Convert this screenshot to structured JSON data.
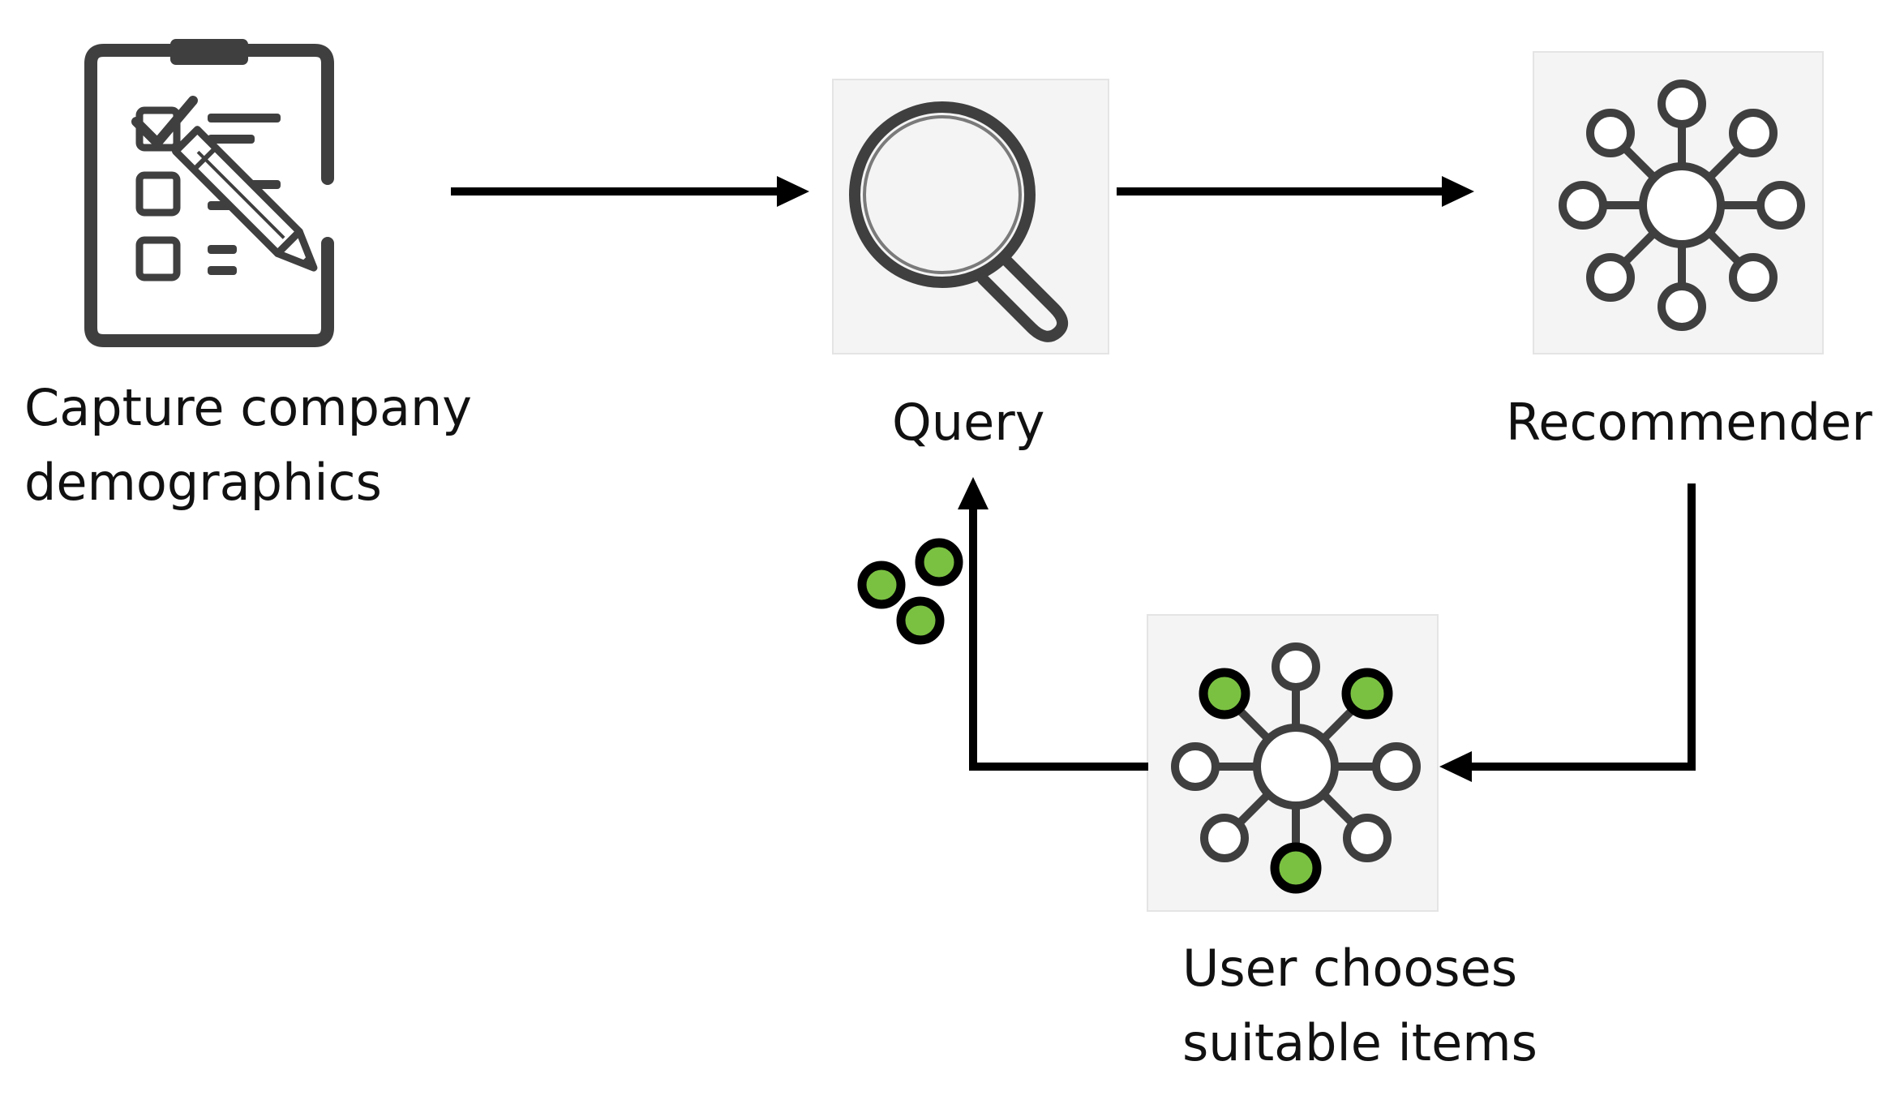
{
  "nodes": {
    "capture": {
      "icon": "clipboard-checklist-pencil-icon",
      "label_lines": [
        "Capture company",
        "demographics"
      ]
    },
    "query": {
      "icon": "magnifying-glass-icon",
      "label": "Query"
    },
    "recommender": {
      "icon": "network-hub-icon",
      "label": "Recommender"
    },
    "user_chooses": {
      "icon": "network-hub-selected-nodes-icon",
      "label_lines": [
        "User chooses",
        "suitable items"
      ]
    }
  },
  "selected_items": {
    "icon": "selected-items-dots-icon"
  },
  "colors": {
    "icon_gray": "#3f3f3f",
    "selected_green": "#7ac142",
    "arrow": "#000000",
    "tile": "#f4f4f4"
  }
}
